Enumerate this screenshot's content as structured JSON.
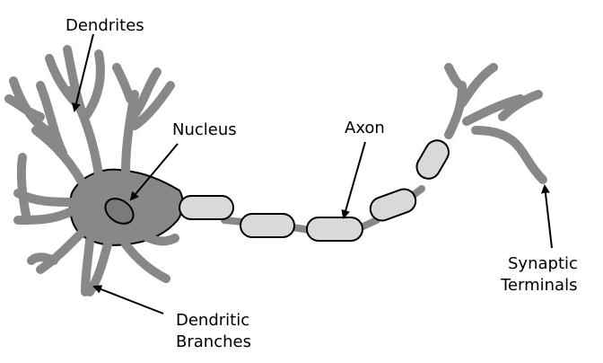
{
  "labels": {
    "dendrites": "Dendrites",
    "nucleus": "Nucleus",
    "axon": "Axon",
    "dendritic_line1": "Dendritic",
    "dendritic_line2": "Branches",
    "synaptic_line1": "Synaptic",
    "synaptic_line2": "Terminals"
  },
  "colors": {
    "cell_fill": "#888888",
    "outline": "#000000",
    "myelin_fill": "#d9d9d9",
    "nucleus_fill": "#7a7a7a",
    "background": "#ffffff"
  }
}
